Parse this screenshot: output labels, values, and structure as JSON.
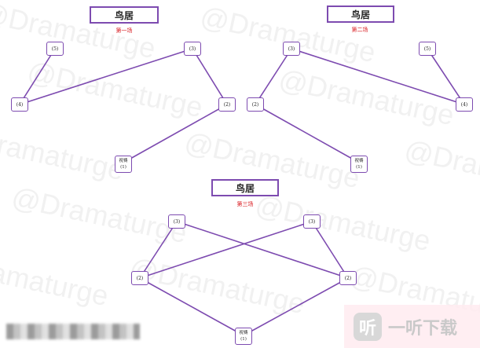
{
  "watermark": "@Dramaturge",
  "colors": {
    "accent": "#7d4bb0",
    "subtitle": "#d8191e"
  },
  "diagrams": [
    {
      "title": "鸟居",
      "subtitle": "第一场",
      "nodes": {
        "n5": "(5)",
        "n3": "(3)",
        "n4": "(4)",
        "n2": "(2)",
        "n1a": "祝祷",
        "n1b": "(1)"
      }
    },
    {
      "title": "鸟居",
      "subtitle": "第二场",
      "nodes": {
        "n3": "(3)",
        "n5": "(5)",
        "n2": "(2)",
        "n4": "(4)",
        "n1a": "祝祷",
        "n1b": "(1)"
      }
    },
    {
      "title": "鸟居",
      "subtitle": "第三场",
      "nodes": {
        "n3l": "(3)",
        "n3r": "(3)",
        "n2l": "(2)",
        "n2r": "(2)",
        "n1a": "祝祷",
        "n1b": "(1)"
      }
    }
  ],
  "footer": {
    "brand_icon": "听",
    "brand_text": "一听下载"
  }
}
